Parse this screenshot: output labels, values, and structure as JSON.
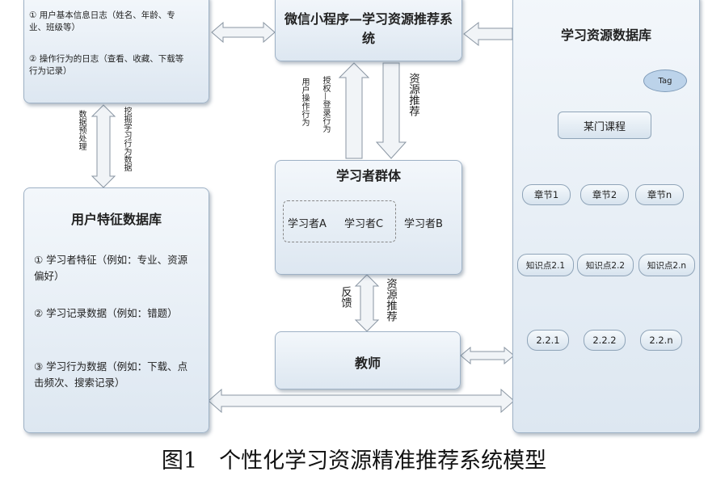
{
  "log_box": {
    "item1": "① 用户基本信息日志（姓名、年龄、专业、班级等）",
    "item2": "② 操作行为的日志（查看、收藏、下载等行为记录）"
  },
  "user_db": {
    "title": "用户特征数据库",
    "item1": "① 学习者特征（例如：专业、资源偏好）",
    "item2": "② 学习记录数据（例如：错题）",
    "item3": "③ 学习行为数据（例如：下载、点击频次、搜索记录）"
  },
  "mini_program": {
    "title": "微信小程序—学习资源推荐系统"
  },
  "learners": {
    "title": "学习者群体",
    "learner_a": "学习者A",
    "learner_c": "学习者C",
    "learner_b": "学习者B"
  },
  "teacher": {
    "title": "教师"
  },
  "resource_db": {
    "title": "学习资源数据库",
    "tag": "Tag",
    "course": "某门课程",
    "chapters": [
      "章节1",
      "章节2",
      "章节n"
    ],
    "points": [
      "知识点2.1",
      "知识点2.2",
      "知识点2.n"
    ],
    "subpoints": [
      "2.2.1",
      "2.2.2",
      "2.2.n"
    ]
  },
  "labels": {
    "data_preprocess": "数据预处理",
    "collect_behavior": "挖掘学习行为数据",
    "user_action": "用户操作行为",
    "auth_login": "授权—登录行为",
    "resource_recommend_1": "资源推荐",
    "feedback": "反馈",
    "resource_recommend_2": "资源推荐"
  },
  "caption": "图1　个性化学习资源精准推荐系统模型"
}
